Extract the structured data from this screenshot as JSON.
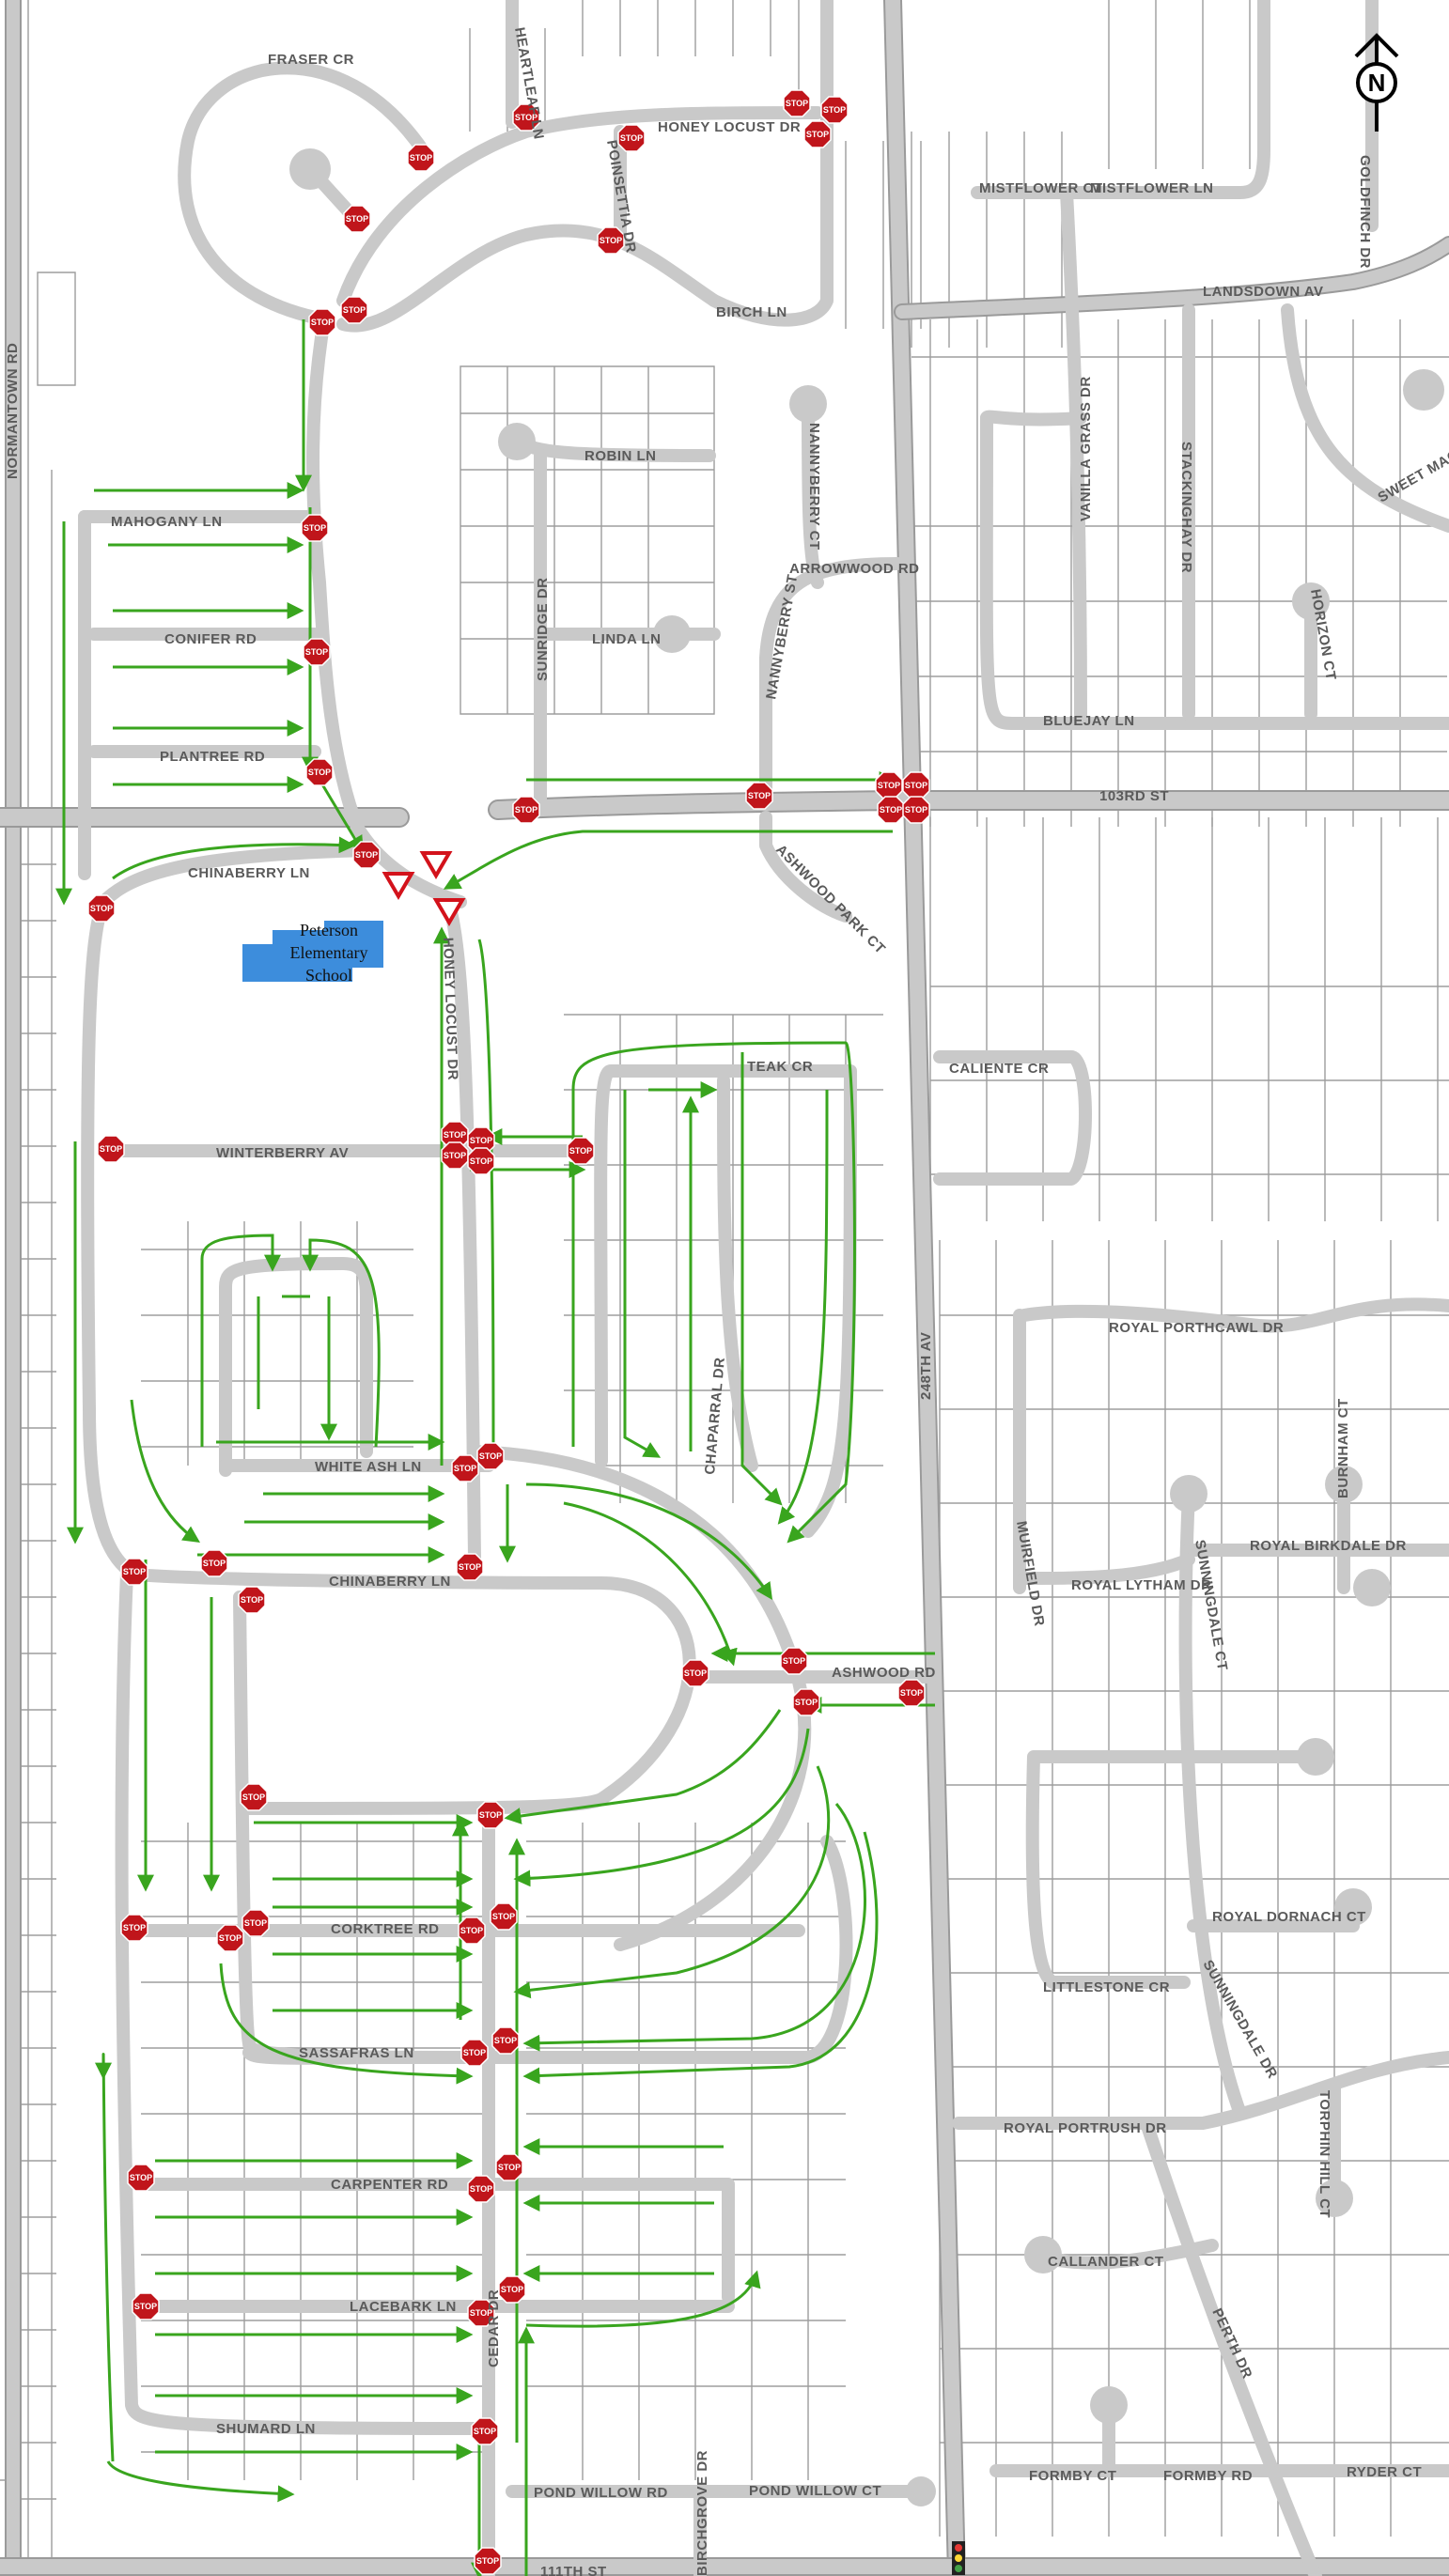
{
  "map": {
    "north_label": "N",
    "school": [
      "Peterson",
      "Elementary",
      "School"
    ],
    "stop_label": "STOP",
    "colors": {
      "road": "#c9c9c9",
      "lot_line": "#9d9d9d",
      "route": "#39a51e",
      "stop": "#c0151b",
      "yield": "#d3121b",
      "school": "#3d8ddc"
    },
    "streets": {
      "normantown": "NORMANTOWN RD",
      "fraser": "FRASER CR",
      "heartleaf": "HEARTLEAF LN",
      "honey_locust_top": "HONEY LOCUST DR",
      "poinsettia": "POINSETTIA DR",
      "birch": "BIRCH LN",
      "mistflower_ct": "MISTFLOWER CT",
      "mistflower_ln": "MISTFLOWER LN",
      "goldfinch": "GOLDFINCH DR",
      "landsdown": "LANDSDOWN AV",
      "robin": "ROBIN LN",
      "nannyberry_ct": "NANNYBERRY CT",
      "vanilla_grass": "VANILLA GRASS DR",
      "stackinghay": "STACKINGHAY DR",
      "sweet_maggie": "SWEET MAGGIE L",
      "mahogany": "MAHOGANY LN",
      "sunridge": "SUNRIDGE DR",
      "arrowwood": "ARROWWOOD RD",
      "nannyberry_st": "NANNYBERRY ST",
      "horizon": "HORIZON CT",
      "conifer": "CONIFER RD",
      "linda": "LINDA LN",
      "bluejay": "BLUEJAY LN",
      "plantree": "PLANTREE RD",
      "103rd": "103RD ST",
      "chinaberry_top": "CHINABERRY LN",
      "ashwood_park": "ASHWOOD PARK CT",
      "honey_locust_mid": "HONEY LOCUST DR",
      "teak": "TEAK CR",
      "caliente": "CALIENTE CR",
      "winterberry": "WINTERBERRY AV",
      "royal_porthcawl": "ROYAL PORTHCAWL DR",
      "chaparral": "CHAPARRAL DR",
      "248th": "248TH AV",
      "white_ash": "WHITE ASH LN",
      "murfield": "MUIRFIELD DR",
      "sunningdale_ct": "SUNNINGDALE CT",
      "royal_birkdale": "ROYAL BIRKDALE DR",
      "burnham": "BURNHAM CT",
      "chinaberry_mid": "CHINABERRY LN",
      "royal_lytham": "ROYAL LYTHAM DR",
      "ashwood_rd": "ASHWOOD RD",
      "corktree": "CORKTREE RD",
      "royal_dornach": "ROYAL DORNACH CT",
      "littlestone": "LITTLESTONE CR",
      "sunningdale_dr": "SUNNINGDALE DR",
      "sassafras": "SASSAFRAS LN",
      "royal_portrush": "ROYAL PORTRUSH DR",
      "torphin_hill": "TORPHIN HILL CT",
      "carpenter": "CARPENTER RD",
      "callander": "CALLANDER CT",
      "lacebark": "LACEBARK LN",
      "perth": "PERTH DR",
      "cedar": "CEDAR DR",
      "shumard": "SHUMARD LN",
      "formby_ct": "FORMBY CT",
      "formby_rd": "FORMBY RD",
      "ryder": "RYDER CT",
      "pond_willow_rd": "POND WILLOW RD",
      "pond_willow_ct": "POND WILLOW CT",
      "birchgrove": "BIRCHGROVE DR",
      "111th": "111TH ST"
    }
  }
}
